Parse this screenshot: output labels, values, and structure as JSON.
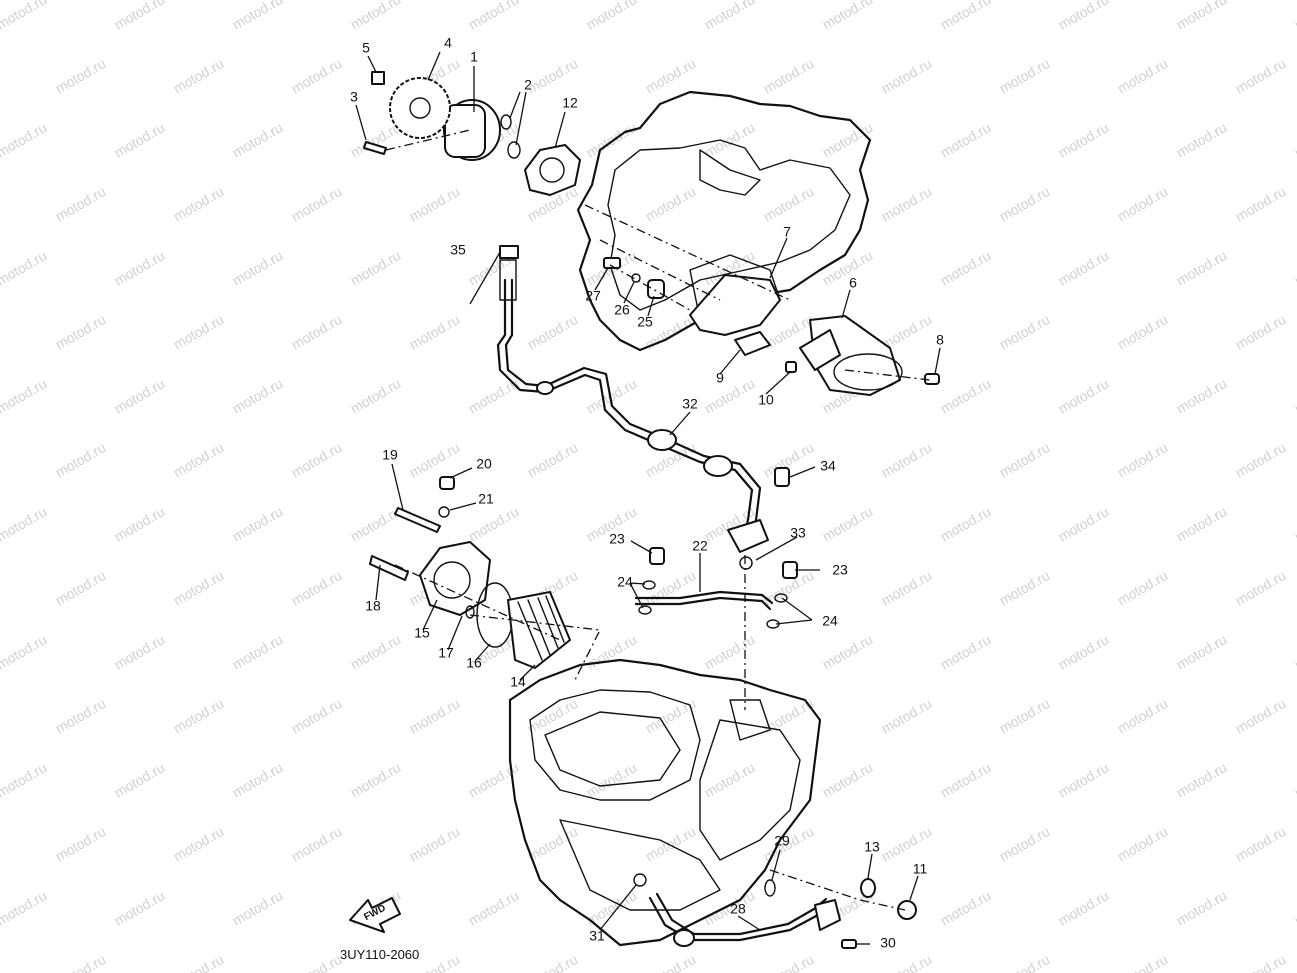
{
  "watermark": {
    "text": "motod.ru"
  },
  "diagram_code": "3UY110-2060",
  "direction_label": "FWD",
  "callouts": [
    {
      "n": "1"
    },
    {
      "n": "2"
    },
    {
      "n": "3"
    },
    {
      "n": "4"
    },
    {
      "n": "5"
    },
    {
      "n": "6"
    },
    {
      "n": "7"
    },
    {
      "n": "8"
    },
    {
      "n": "9"
    },
    {
      "n": "10"
    },
    {
      "n": "11"
    },
    {
      "n": "12"
    },
    {
      "n": "13"
    },
    {
      "n": "14"
    },
    {
      "n": "15"
    },
    {
      "n": "16"
    },
    {
      "n": "17"
    },
    {
      "n": "18"
    },
    {
      "n": "19"
    },
    {
      "n": "20"
    },
    {
      "n": "21"
    },
    {
      "n": "22"
    },
    {
      "n": "23"
    },
    {
      "n": "23"
    },
    {
      "n": "24"
    },
    {
      "n": "24"
    },
    {
      "n": "25"
    },
    {
      "n": "26"
    },
    {
      "n": "27"
    },
    {
      "n": "28"
    },
    {
      "n": "29"
    },
    {
      "n": "30"
    },
    {
      "n": "31"
    },
    {
      "n": "32"
    },
    {
      "n": "33"
    },
    {
      "n": "34"
    },
    {
      "n": "35"
    }
  ]
}
